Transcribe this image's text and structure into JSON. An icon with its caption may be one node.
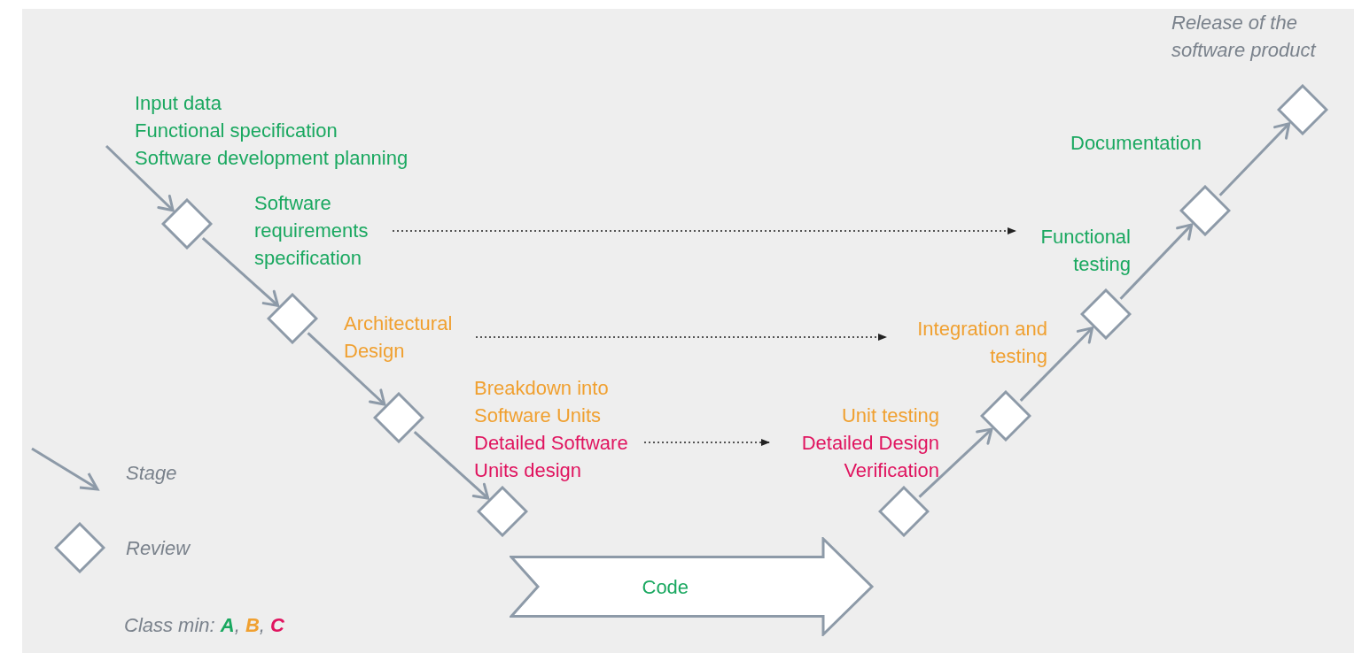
{
  "diagram": {
    "nodes": [
      {
        "text": [],
        "shape": "diamond"
      },
      {
        "text": [
          "Software requirements specification"
        ]
      },
      {
        "text": [],
        "shape": "diamond"
      },
      {
        "text": [
          "Architectural Design"
        ]
      },
      {
        "text": [],
        "shape": "diamond"
      },
      {
        "text": [
          "Breakdown into Software Units",
          "Detailed Software Units design"
        ]
      },
      {
        "text": [],
        "shape": "diamond"
      },
      {
        "text": [
          "Code"
        ]
      },
      {
        "text": [],
        "shape": "diamond"
      },
      {
        "text": [
          "Unit testing",
          "Detailed Design Verification"
        ]
      },
      {
        "text": [],
        "shape": "diamond"
      },
      {
        "text": [
          "Integration and testing"
        ]
      },
      {
        "text": [],
        "shape": "diamond"
      },
      {
        "text": [
          "Functional testing"
        ]
      },
      {
        "text": [],
        "shape": "diamond"
      },
      {
        "text": [],
        "shape": "diamond",
        "beside": [
          "Release of the software product"
        ]
      }
    ],
    "edges": [
      {
        "from": null,
        "to": 0,
        "arrow": "to"
      },
      {
        "from": 0,
        "to": 2,
        "arrow": "to"
      },
      {
        "from": 2,
        "to": 4,
        "arrow": "to"
      },
      {
        "from": 4,
        "to": 6,
        "arrow": "to"
      },
      {
        "from": 8,
        "to": 10,
        "arrow": "to"
      },
      {
        "from": 10,
        "to": 12,
        "arrow": "to"
      },
      {
        "from": 12,
        "to": 14,
        "arrow": "to"
      },
      {
        "from": 14,
        "to": 15,
        "arrow": "to"
      },
      {
        "from": 1,
        "to": 13,
        "arrow": "to",
        "style": "dashed",
        "color": "#222222"
      },
      {
        "from": 3,
        "to": 11,
        "arrow": "to",
        "style": "dashed",
        "color": "#222222"
      },
      {
        "from": 5,
        "to": 9,
        "arrow": "to",
        "style": "dashed",
        "color": "#222222"
      }
    ],
    "labels": [
      "Input data",
      "Functional specification",
      "Software development planning",
      "Documentation",
      "Class min: **A**, **B**, **C**"
    ],
    "legend": [
      {
        "text": "Stage"
      },
      {
        "text": "Review"
      }
    ]
  }
}
